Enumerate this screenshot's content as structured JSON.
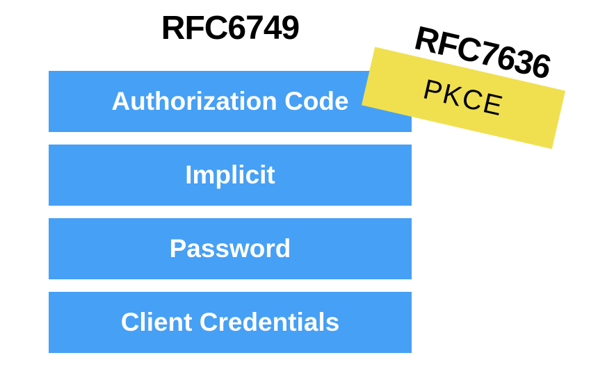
{
  "colors": {
    "bar": "#46a0f5",
    "barText": "#ffffff",
    "sticker": "#f0e04f",
    "title": "#000000"
  },
  "rfc6749": {
    "title": "RFC6749",
    "grants": [
      "Authorization Code",
      "Implicit",
      "Password",
      "Client Credentials"
    ]
  },
  "rfc7636": {
    "title": "RFC7636",
    "label": "PKCE"
  }
}
